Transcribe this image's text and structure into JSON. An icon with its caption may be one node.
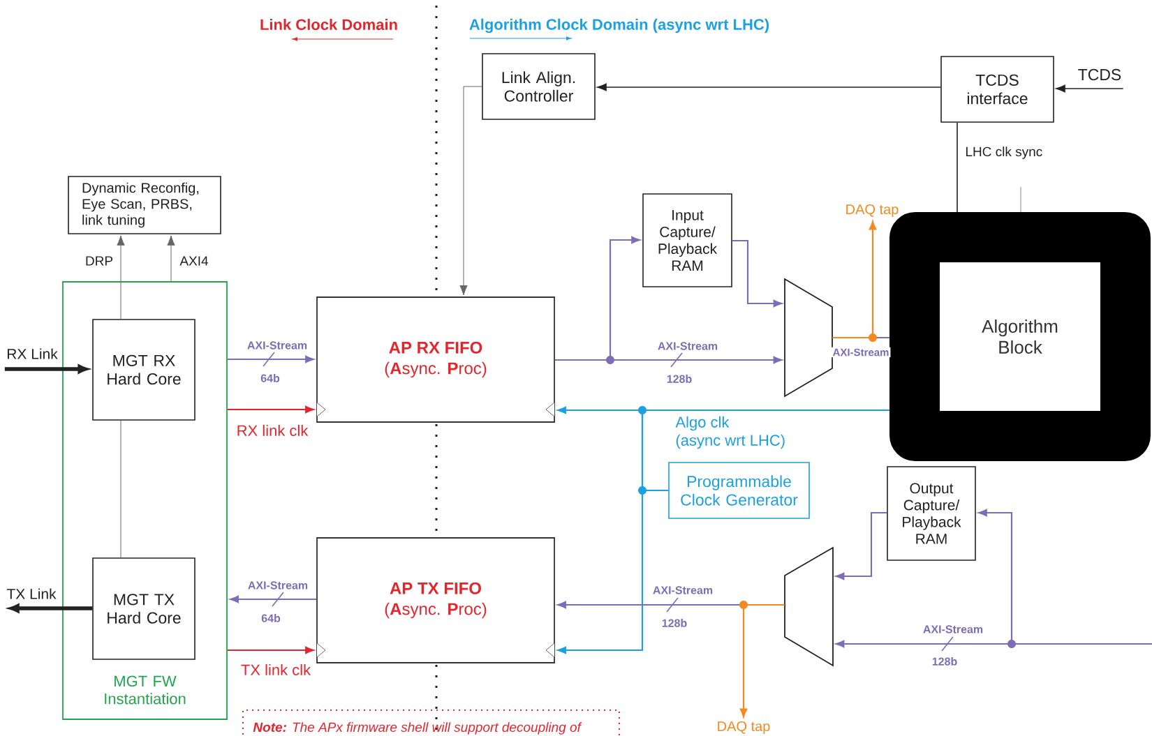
{
  "diagram": {
    "nodes": [
      {
        "text": [
          "Link Align. Controller"
        ]
      },
      {
        "text": [
          "TCDS interface"
        ]
      },
      {
        "text": [
          "TCDS"
        ]
      },
      {
        "text": [
          "Dynamic Reconfig, Eye Scan, PRBS, link tuning"
        ]
      },
      {
        "text": [
          "MGT FW Instantiation"
        ]
      },
      {
        "text": [
          "MGT RX Hard Core"
        ],
        "in": 4
      },
      {
        "text": [
          "MGT TX Hard Core"
        ],
        "in": 4
      },
      {
        "text": [
          "RX Link"
        ]
      },
      {
        "text": [
          "TX Link"
        ]
      },
      {
        "text": [
          "AP RX FIFO",
          "(**A**sync. **P**roc)"
        ]
      },
      {
        "text": [
          "AP TX FIFO",
          "(**A**sync. **P**roc)"
        ]
      },
      {
        "text": [
          "Input Capture/ Playback RAM"
        ]
      },
      {
        "text": [],
        "shape": "trapezoid"
      },
      {
        "text": [
          "DAQ tap"
        ]
      },
      {
        "text": [
          "Algorithm Block"
        ]
      },
      {
        "text": [
          "Programmable Clock Generator"
        ]
      },
      {
        "text": [
          "Output Capture/ Playback RAM"
        ]
      },
      {
        "text": [],
        "shape": "trapezoid"
      },
      {
        "text": [
          "DAQ tap"
        ]
      },
      {
        "text": [
          "**Note:** The APx firmware shell will support decoupling of"
        ]
      }
    ],
    "edges": [
      {
        "from": 2,
        "to": 1,
        "arrow": "to",
        "color": "#222222"
      },
      {
        "from": 1,
        "to": 0,
        "arrow": "to",
        "color": "#222222"
      },
      {
        "from": 0,
        "to": 9,
        "arrow": "to",
        "color": "#666666"
      },
      {
        "from": 1,
        "to": 14,
        "arrow": "none",
        "label": "LHC clk sync",
        "color": "#222222"
      },
      {
        "from": 5,
        "to": 3,
        "arrow": "to",
        "label": "DRP",
        "color": "#666666"
      },
      {
        "from": 4,
        "to": 3,
        "arrow": "to",
        "label": "AXI4",
        "color": "#666666"
      },
      {
        "from": 7,
        "to": 5,
        "arrow": "to",
        "style": "thick",
        "color": "#222222"
      },
      {
        "from": 6,
        "to": 8,
        "arrow": "to",
        "style": "thick",
        "color": "#222222"
      },
      {
        "from": 5,
        "to": 6,
        "arrow": "none",
        "color": "#666666"
      },
      {
        "from": 4,
        "to": 9,
        "arrow": "to",
        "label": "AXI-Stream"
      },
      {
        "from": 4,
        "to": 9,
        "arrow": "to",
        "label": "RX link clk",
        "color": "#e3262d"
      },
      {
        "from": 10,
        "to": 4,
        "arrow": "to",
        "label": "AXI-Stream"
      },
      {
        "from": 4,
        "to": 10,
        "arrow": "to",
        "label": "TX link clk",
        "color": "#e3262d"
      },
      {
        "from": 9,
        "to": 12,
        "arrow": "to",
        "label": "AXI-Stream"
      },
      {
        "from": 9,
        "to": 11,
        "arrow": "to"
      },
      {
        "from": 11,
        "to": 12,
        "arrow": "to"
      },
      {
        "from": 12,
        "to": 14,
        "arrow": "none",
        "label": "AXI-Stream"
      },
      {
        "from": 12,
        "to": 13,
        "arrow": "to",
        "color": "#f5891f"
      },
      {
        "from": 15,
        "to": 9,
        "arrow": "to",
        "color": "#1ba1e2"
      },
      {
        "from": 15,
        "to": 10,
        "arrow": "to",
        "color": "#1ba1e2"
      },
      {
        "from": 15,
        "to": 14,
        "arrow": "none",
        "color": "#1ba1e2"
      },
      {
        "from": 17,
        "to": 10,
        "arrow": "to",
        "label": "AXI-Stream"
      },
      {
        "from": 17,
        "to": 18,
        "arrow": "to",
        "color": "#f5891f"
      },
      {
        "from": 16,
        "to": 17,
        "arrow": "to"
      },
      {
        "from": null,
        "to": 17,
        "arrow": "to",
        "label": "AXI-Stream"
      },
      {
        "from": null,
        "to": 16,
        "arrow": "to"
      }
    ],
    "labels": [
      "Link Clock Domain",
      "Algorithm Clock Domain (async wrt LHC)",
      "64b",
      "128b",
      "Algo clk",
      "(async wrt LHC)",
      "64b",
      "128b",
      "128b"
    ]
  }
}
